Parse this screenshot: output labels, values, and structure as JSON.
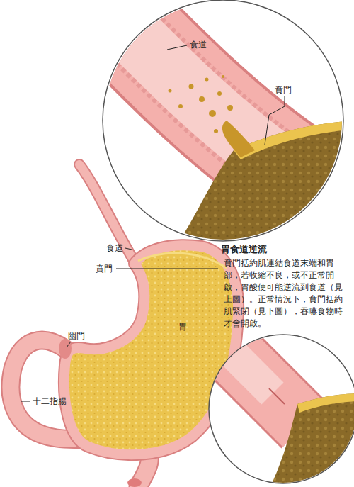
{
  "diagram": {
    "title": "胃食道逆流",
    "caption": "賁門括約肌連結食道末端和胃部，若收縮不良，或不正常開啟，胃酸便可能逆流到食道（見上圖）。正常情況下，賁門括約肌緊閉（見下圖），吞嚥食物時才會開啟。",
    "labels": [
      "食道",
      "賁門",
      "食道",
      "賁門",
      "幽門",
      "十二指腸",
      "胃"
    ]
  }
}
